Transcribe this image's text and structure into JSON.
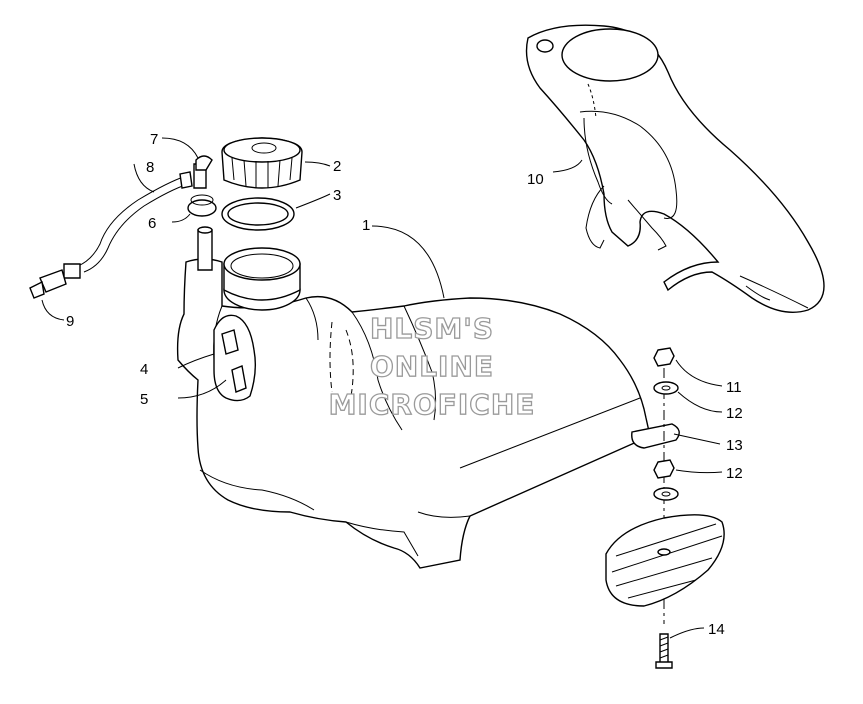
{
  "callouts": {
    "c1": "1",
    "c2": "2",
    "c3": "3",
    "c4": "4",
    "c5": "5",
    "c6": "6",
    "c7": "7",
    "c8": "8",
    "c9": "9",
    "c10": "10",
    "c11": "11",
    "c12a": "12",
    "c12b": "12",
    "c13": "13",
    "c14": "14"
  },
  "watermark": {
    "line1": "HLSM'S",
    "line2": "ONLINE",
    "line3": "MICROFICHE"
  }
}
